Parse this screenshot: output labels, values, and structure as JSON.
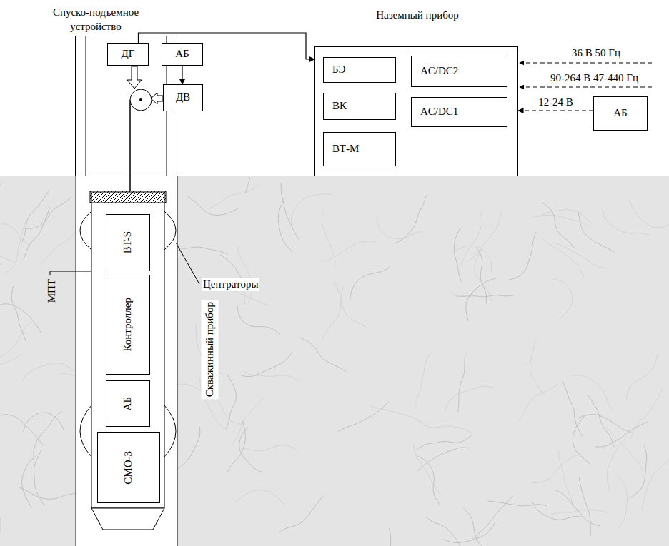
{
  "diagram": {
    "nodes": [
      {
        "text": [
          "Спуско-подъемное устройство"
        ]
      },
      {
        "text": [
          "ДГ"
        ],
        "in": 0
      },
      {
        "text": [
          "АБ"
        ]
      },
      {
        "text": [
          "ДВ"
        ]
      },
      {
        "text": [
          "Наземный прибор"
        ]
      },
      {
        "text": [
          "БЭ"
        ],
        "in": 4
      },
      {
        "text": [
          "AC/DC2"
        ],
        "in": 4
      },
      {
        "text": [
          "ВК"
        ],
        "in": 4
      },
      {
        "text": [
          "AC/DC1"
        ],
        "in": 4
      },
      {
        "text": [
          "ВТ-М"
        ],
        "in": 4
      },
      {
        "text": [
          "АБ"
        ]
      },
      {
        "text": [
          "Скважинный прибор"
        ]
      },
      {
        "text": [
          "BT-S"
        ],
        "in": 11
      },
      {
        "text": [
          "Контроллер"
        ],
        "in": 11
      },
      {
        "text": [
          "АБ"
        ],
        "in": 11
      },
      {
        "text": [
          "СМО-3"
        ],
        "in": 11
      }
    ],
    "edges": [
      {
        "from": 2,
        "to": 3,
        "arrow": "to"
      },
      {
        "from": 1,
        "to": 4,
        "arrow": "to"
      },
      {
        "from": 10,
        "to": 4,
        "label": "12-24 В",
        "arrow": "to"
      }
    ],
    "labels": [
      "36 В 50 Гц",
      "90-264 В 47-440 Гц",
      "Центраторы",
      "МПТ"
    ]
  }
}
